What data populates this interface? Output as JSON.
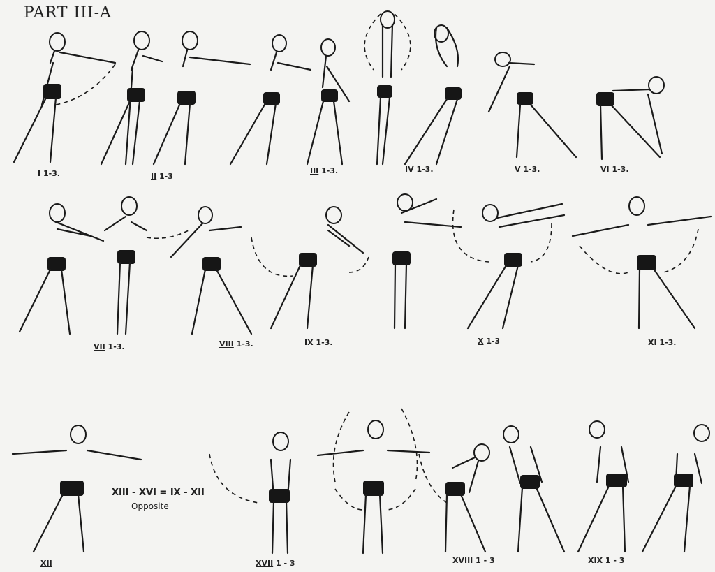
{
  "title": "PART III-A",
  "equation": "XIII - XVI = IX - XII",
  "equation_note": "Opposite",
  "figures": [
    {
      "id": "I",
      "roman": "I",
      "count": "1-3.",
      "row": 1
    },
    {
      "id": "II",
      "roman": "II",
      "count": "1-3",
      "row": 1
    },
    {
      "id": "III",
      "roman": "III",
      "count": "1-3.",
      "row": 1
    },
    {
      "id": "IV",
      "roman": "IV",
      "count": "1-3.",
      "row": 1
    },
    {
      "id": "V",
      "roman": "V",
      "count": "1-3.",
      "row": 1
    },
    {
      "id": "VI",
      "roman": "VI",
      "count": "1-3.",
      "row": 1
    },
    {
      "id": "VII",
      "roman": "VII",
      "count": "1-3.",
      "row": 2
    },
    {
      "id": "VIII",
      "roman": "VIII",
      "count": "1-3.",
      "row": 2
    },
    {
      "id": "IX",
      "roman": "IX",
      "count": "1-3.",
      "row": 2
    },
    {
      "id": "X",
      "roman": "X",
      "count": "1-3",
      "row": 2
    },
    {
      "id": "XI",
      "roman": "XI",
      "count": "1-3.",
      "row": 2
    },
    {
      "id": "XII",
      "roman": "XII",
      "count": "",
      "row": 3
    },
    {
      "id": "XVII",
      "roman": "XVII",
      "count": "1 - 3",
      "row": 3
    },
    {
      "id": "XVIII",
      "roman": "XVIII",
      "count": "1 - 3",
      "row": 3
    },
    {
      "id": "XIX",
      "roman": "XIX",
      "count": "1 - 3",
      "row": 3
    }
  ]
}
